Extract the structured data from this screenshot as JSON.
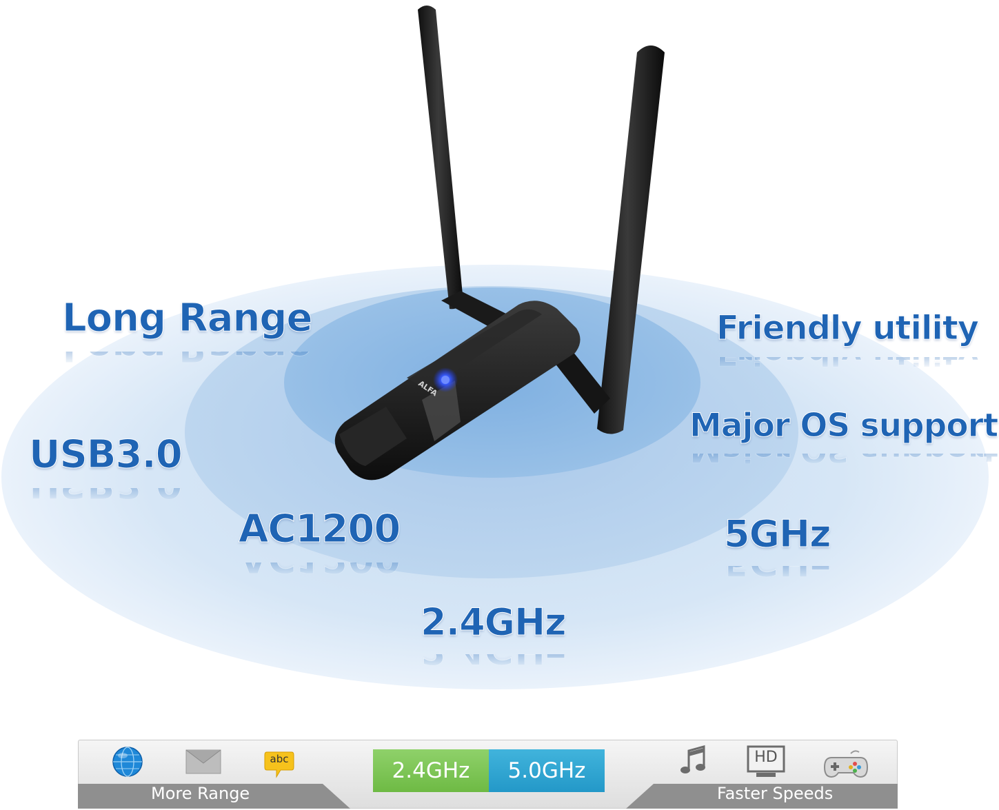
{
  "features": {
    "long_range": "Long Range",
    "friendly_utility": "Friendly utility",
    "major_os": "Major OS support",
    "usb": "USB3.0",
    "ac1200": "AC1200",
    "ghz5": "5GHz",
    "ghz24": "2.4GHz"
  },
  "device": {
    "brand": "ALFA"
  },
  "bar": {
    "left_label": "More Range",
    "right_label": "Faster Speeds",
    "band_24": "2.4GHz",
    "band_50": "5.0GHz",
    "icons": [
      "globe-icon",
      "mail-icon",
      "chat-abc-icon",
      "music-note-icon",
      "hd-monitor-icon",
      "gamepad-icon"
    ],
    "abc_text": "abc",
    "hd_text": "HD"
  },
  "colors": {
    "heading_blue": "#1f64b4",
    "band_24_green": "#6eba44",
    "band_50_blue": "#2398c8",
    "bar_gray": "#8f8f8f"
  }
}
